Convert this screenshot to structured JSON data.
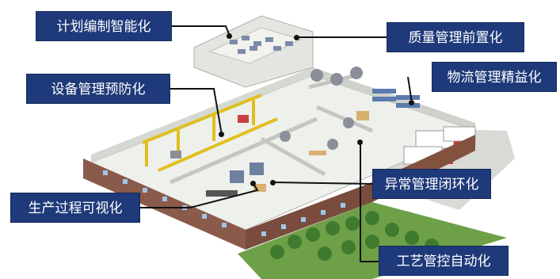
{
  "labels": {
    "plan": "计划编制智能化",
    "quality": "质量管理前置化",
    "logistics": "物流管理精益化",
    "equipment": "设备管理预防化",
    "production": "生产过程可视化",
    "exception": "异常管理闭环化",
    "process": "工艺管控自动化"
  },
  "colors": {
    "label_bg": "#1f3a7a",
    "label_text": "#ffffff",
    "brick_wall": "#8a5a4a",
    "floor": "#e8eae6",
    "crane": "#e0c020",
    "grass": "#6ea048"
  }
}
